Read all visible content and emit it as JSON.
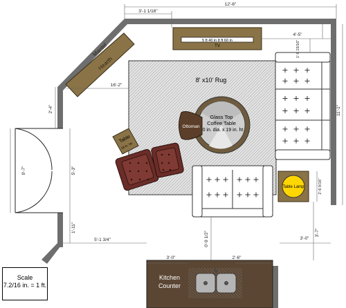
{
  "labels": {
    "mantel": "Mantel",
    "hearth": "Hearth",
    "tv_size": "5 ft 40 in 8 ft 60 in",
    "tv": "TV",
    "rug": "8' x10' Rug",
    "coffee_table_name": "Glass Top",
    "coffee_table_type": "Coffee Table",
    "coffee_table_size": "40 in. dia. x 19 in. ht",
    "ottoman": "Ottoman",
    "side_table": "Table",
    "side_table_size": "18 in. sq.",
    "table_lamp": "Table Lamp",
    "kitchen_line1": "Kitchen",
    "kitchen_line2": "Counter"
  },
  "scale": {
    "line1": "Scale",
    "line2": "7.2/16 in. = 1 ft."
  },
  "dimensions": {
    "mantel_to_rug": "3'-1 1/16\"",
    "total_width": "12'-6\"",
    "wall_to_tv": "4'-5\"",
    "tv_to_sofa": "1'-8 15/16\"",
    "hall_to_rug": "16'-2\"",
    "hall_top": "2'-4\"",
    "door_width": "9'-7\"",
    "door_side": "5'-3\"",
    "hall_bottom": "1'-11\"",
    "right_wall": "11'-1\"",
    "lamp_dim": "2'-6 9/16\"",
    "to_sofa_bottom": "5'-1 3/4\"",
    "sofa_to_counter": "0'-9 1/2\"",
    "counter_left": "3'-0\"",
    "counter_mid": "2'-6\"",
    "counter_right": "3'-0\"",
    "counter_height": "3'-7\""
  },
  "colors": {
    "wall": "#6e6e6e",
    "mantel": "#8a7346",
    "rug": "#d4d4d4",
    "chair": "#6b2d28",
    "ottoman": "#5c3f2a",
    "coffee_table": "#6f5b3e",
    "lamp": "#ffd600",
    "counter": "#5a4633"
  }
}
